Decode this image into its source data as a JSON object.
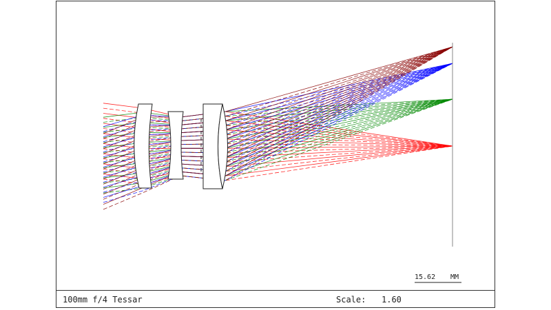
{
  "footer": {
    "title": "100mm f/4 Tessar",
    "scale_label": "Scale:",
    "scale_value": "1.60"
  },
  "scalebar": {
    "value": "15.62",
    "unit": "MM"
  },
  "colors": {
    "frame": "#333333",
    "field_1": "#ff0000",
    "field_2": "#008800",
    "field_3": "#0000ff",
    "field_4": "#880000"
  }
}
